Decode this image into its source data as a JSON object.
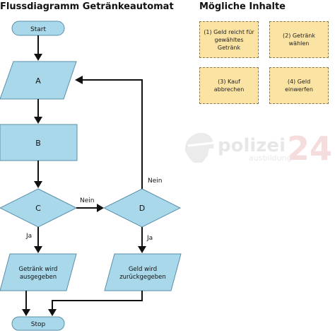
{
  "headings": {
    "flow": "Flussdiagramm Getränkeautomat",
    "options": "Mögliche Inhalte"
  },
  "nodes": {
    "start": "Start",
    "a": "A",
    "b": "B",
    "c": "C",
    "d": "D",
    "output_drink_1": "Getränk wird",
    "output_drink_2": "ausgegeben",
    "output_money_1": "Geld wird",
    "output_money_2": "zurückgegeben",
    "stop": "Stop"
  },
  "edge_labels": {
    "c_to_d": "Nein",
    "d_to_a": "Nein",
    "c_yes": "Ja",
    "d_yes": "Ja"
  },
  "options": [
    [
      "(1) Geld reicht für",
      "gewähltes Getränk"
    ],
    [
      "(2) Getränk wählen"
    ],
    [
      "(3) Kauf",
      "abbrechen"
    ],
    [
      "(4) Geld einwerfen"
    ]
  ],
  "watermark": {
    "brand": "polizei",
    "number": "24",
    "sub": "ausbildung"
  },
  "colors": {
    "shape_fill": "#a8d8ea",
    "card_fill": "#fbe3a3",
    "watermark_red": "#e8a0a0"
  }
}
